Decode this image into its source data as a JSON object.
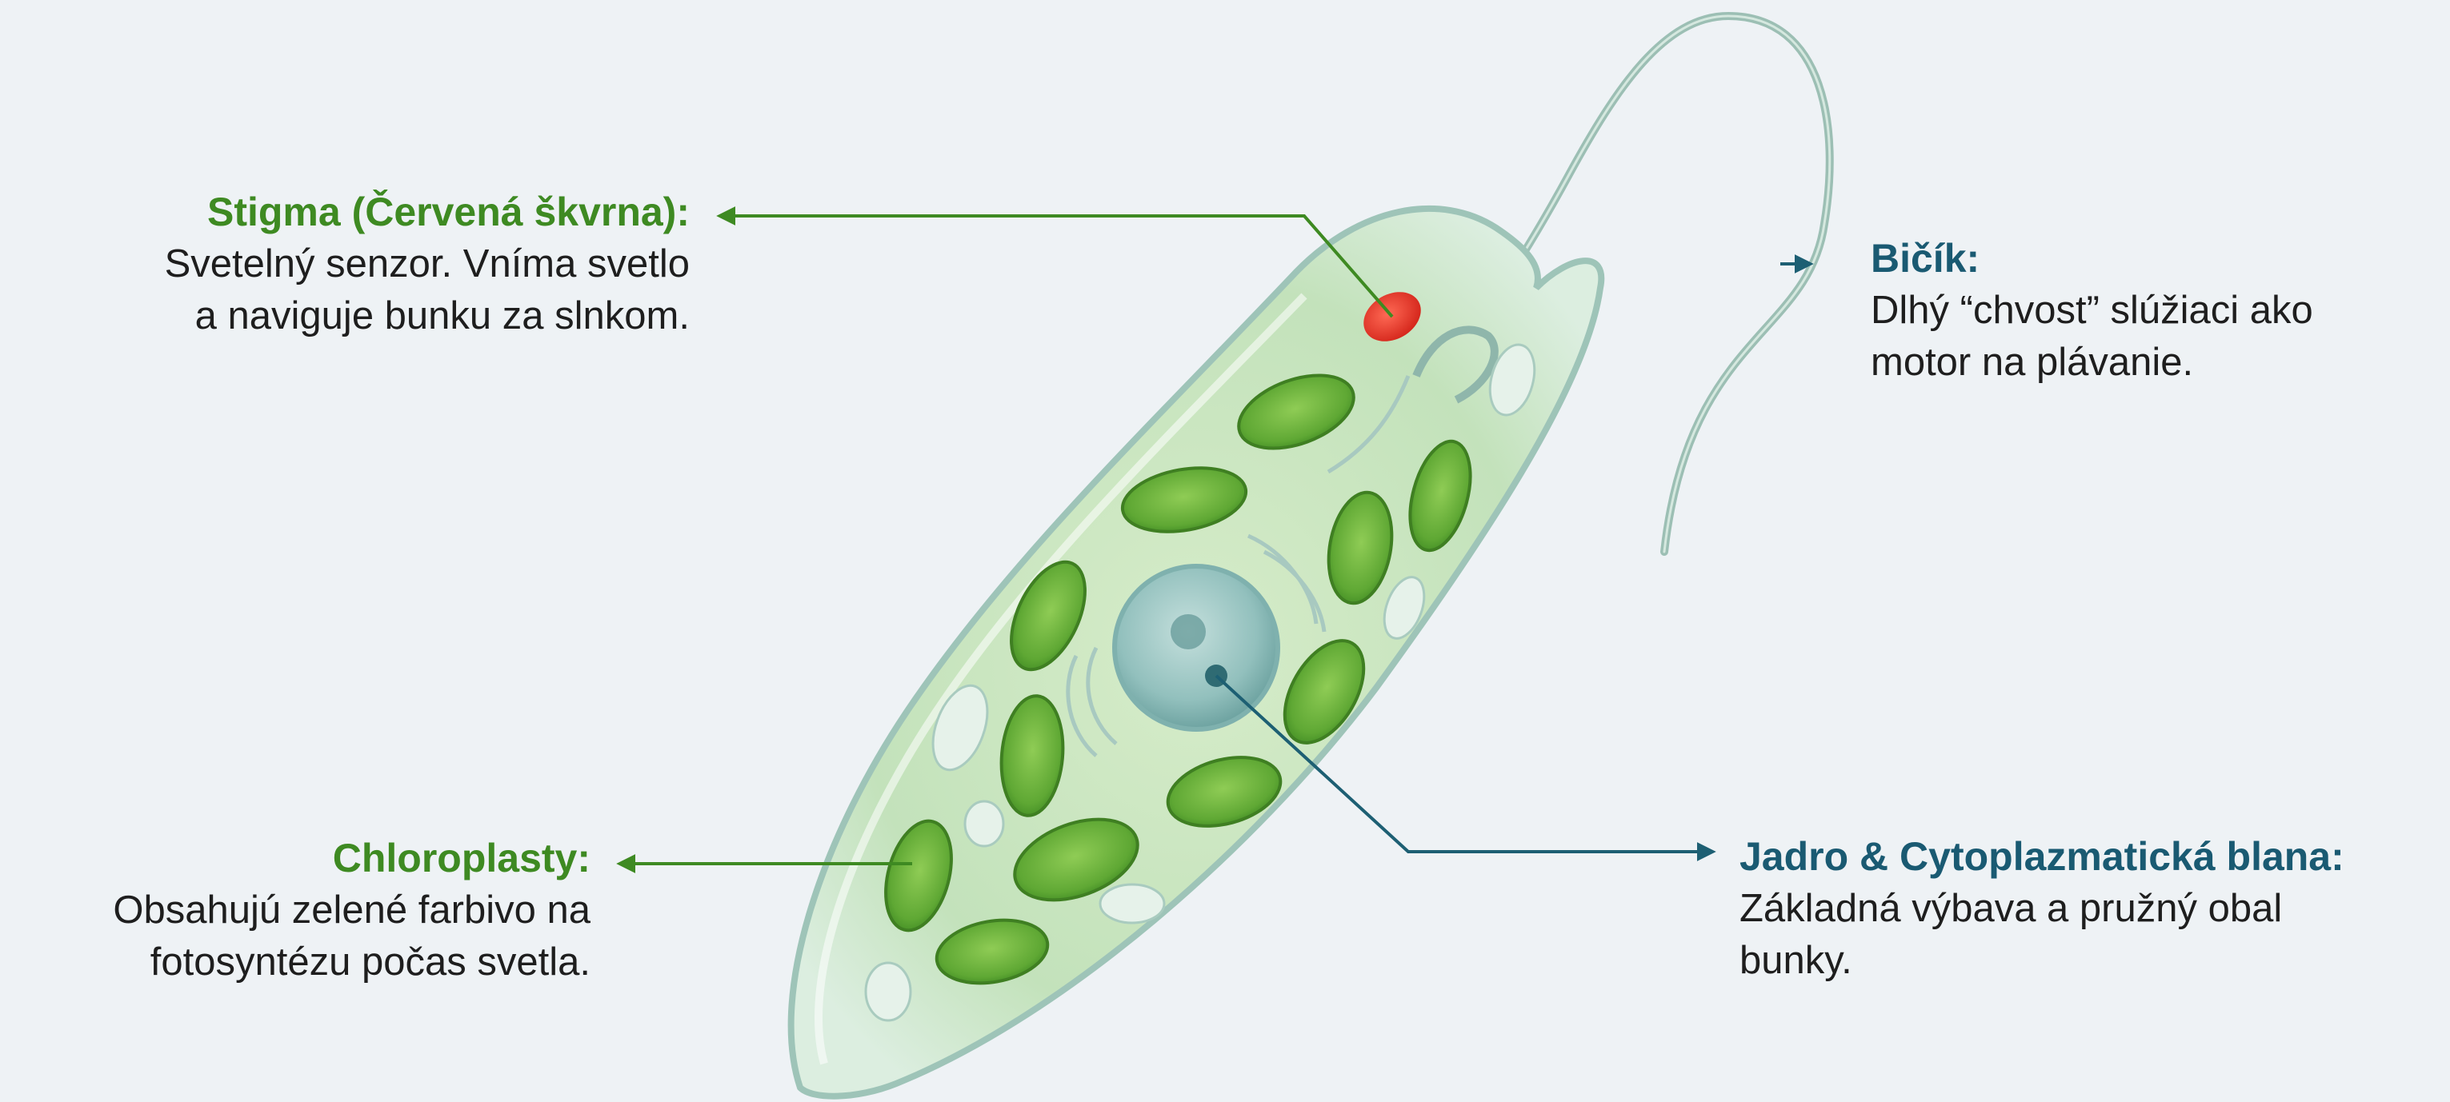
{
  "colors": {
    "background": "#eef2f5",
    "green_label": "#3e8a22",
    "blue_label": "#1a5a72",
    "green_arrow": "#3e8a22",
    "blue_arrow": "#1d5f73",
    "cell_body": "#cfe7c6",
    "chloroplast": "#6fb43a",
    "stigma": "#e0392e",
    "nucleus": "#9fc8c8"
  },
  "labels": {
    "stigma": {
      "title": "Stigma (Červená škvrna):",
      "line1": "Svetelný senzor. Vníma svetlo",
      "line2": "a naviguje bunku za slnkom."
    },
    "chloroplasty": {
      "title": "Chloroplasty:",
      "line1": "Obsahujú zelené farbivo na",
      "line2": "fotosyntézu počas svetla."
    },
    "bicik": {
      "title": "Bičík:",
      "line1": "Dlhý “chvost” slúžiaci ako",
      "line2": "motor na plávanie."
    },
    "jadro": {
      "title": "Jadro & Cytoplazmatická blana:",
      "line1": "Základná výbava a pružný obal",
      "line2": "bunky."
    }
  }
}
